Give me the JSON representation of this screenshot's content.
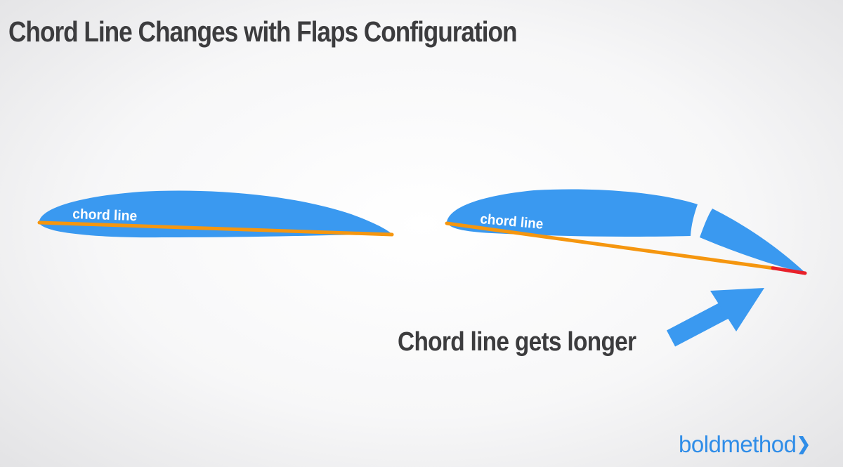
{
  "title": "Chord Line Changes with Flaps Configuration",
  "airfoils": {
    "clean": {
      "chord_label": "chord line"
    },
    "flaps_extended": {
      "chord_label": "chord line"
    }
  },
  "callout": {
    "text": "Chord line gets longer"
  },
  "brand": {
    "text": "boldmethod",
    "icon": "chevron-right-icon"
  },
  "colors": {
    "airfoil": "#3a99f0",
    "chord_line": "#f5960f",
    "chord_extension": "#e8202a",
    "arrow": "#3a99f0",
    "text": "#3c3c3e",
    "brand": "#2f8de8"
  }
}
